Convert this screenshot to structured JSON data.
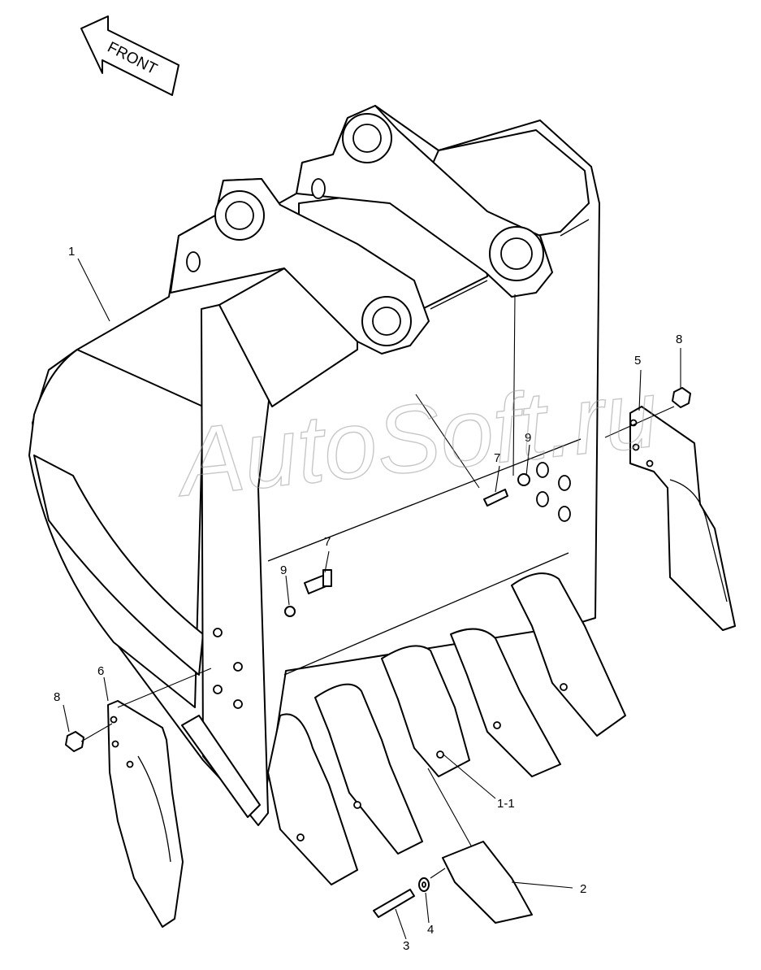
{
  "orientation": {
    "label": "FRONT",
    "icon": "front-arrow-icon"
  },
  "watermark": "AutoSoft.ru",
  "callouts": {
    "c1": "1",
    "c1_1": "1-1",
    "c2": "2",
    "c3": "3",
    "c4": "4",
    "c5": "5",
    "c6": "6",
    "c7a": "7",
    "c7b": "7",
    "c8a": "8",
    "c8b": "8",
    "c9a": "9",
    "c9b": "9"
  },
  "colors": {
    "line": "#000000",
    "background": "#ffffff",
    "watermark": "#9a9a9a"
  }
}
